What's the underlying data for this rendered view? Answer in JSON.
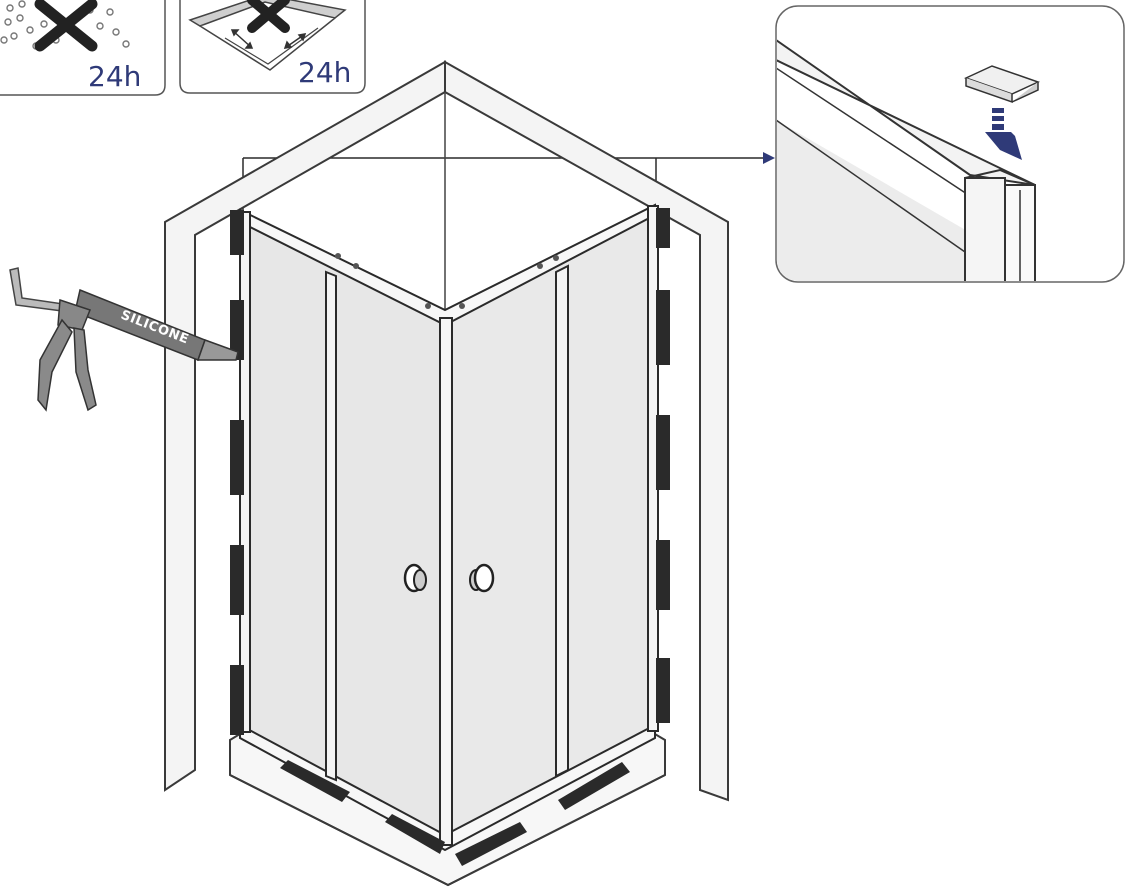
{
  "panels": {
    "no_shower": {
      "wait_time": "24h",
      "icon": "no-water-spray-icon"
    },
    "no_move": {
      "wait_time": "24h",
      "icon": "no-movement-icon"
    }
  },
  "sealant_gun": {
    "label": "SILICONE"
  },
  "colors": {
    "outline": "#3a3a3a",
    "glass": "#e9e9e9",
    "silicone": "#2a2a2a",
    "accent_arrow": "#2f3a78",
    "label_text": "#2f3a78"
  }
}
